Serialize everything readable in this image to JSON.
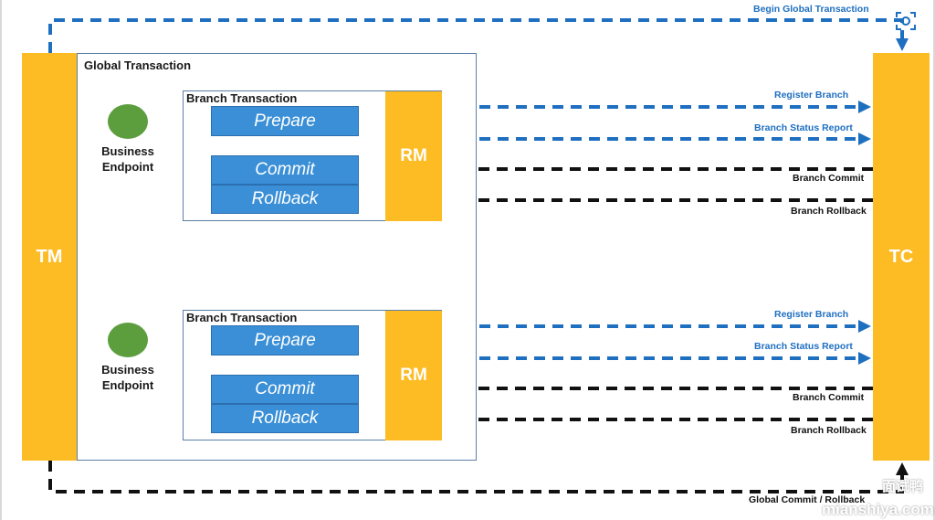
{
  "tm": {
    "label": "TM"
  },
  "tc": {
    "label": "TC"
  },
  "global_transaction": {
    "title": "Global Transaction"
  },
  "begin_global_label": "Begin Global Transaction",
  "global_commit_label": "Global Commit / Rollback",
  "branches": [
    {
      "title": "Branch Transaction",
      "rm": "RM",
      "prepare": "Prepare",
      "commit": "Commit",
      "rollback": "Rollback",
      "endpoint": [
        "Business",
        "Endpoint"
      ],
      "register": "Register Branch",
      "status": "Branch Status Report",
      "branch_commit": "Branch Commit",
      "branch_rollback": "Branch Rollback"
    },
    {
      "title": "Branch Transaction",
      "rm": "RM",
      "prepare": "Prepare",
      "commit": "Commit",
      "rollback": "Rollback",
      "endpoint": [
        "Business",
        "Endpoint"
      ],
      "register": "Register Branch",
      "status": "Branch Status Report",
      "branch_commit": "Branch Commit",
      "branch_rollback": "Branch Rollback"
    }
  ],
  "watermark": {
    "line1": "面试鸭",
    "line2": "mianshiya.com"
  },
  "colors": {
    "bar": "#fdbb24",
    "action": "#3a8fd6",
    "blue_line": "#1f6fc0",
    "red_line": "#e8261c",
    "black_line": "#111111",
    "endpoint": "#5c9e3e"
  },
  "icons": [
    "scan-icon"
  ]
}
